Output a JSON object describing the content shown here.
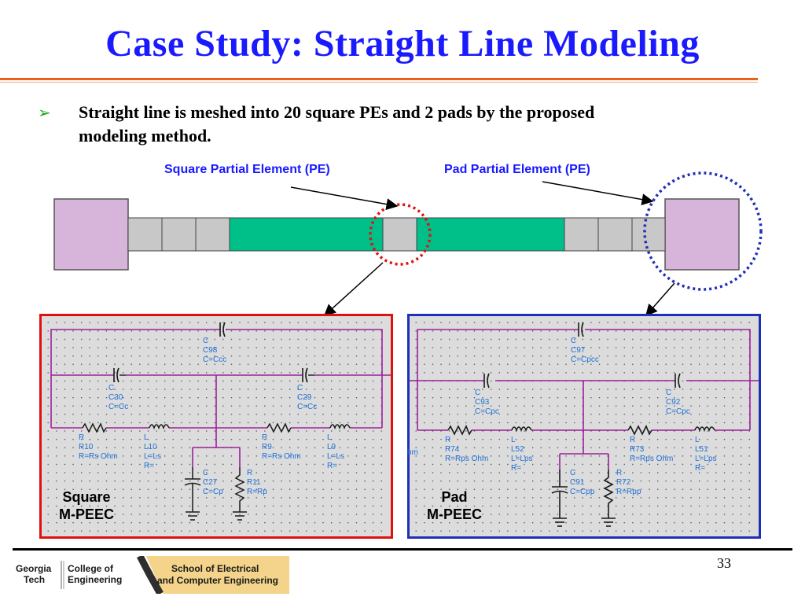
{
  "slide": {
    "title": "Case Study: Straight Line Modeling",
    "bullet": "Straight line is meshed into 20 square PEs and 2 pads by the proposed modeling method.",
    "page_number": "33"
  },
  "callouts": {
    "square_pe": "Square Partial Element (PE)",
    "pad_pe": "Pad Partial Element (PE)"
  },
  "left_panel": {
    "caption_line1": "Square",
    "caption_line2": "M-PEEC",
    "cap_top_name": "C98",
    "cap_top_value": "C=Ccc",
    "cap_left_name": "C30",
    "cap_left_value": "C=Cc",
    "cap_right_name": "C29",
    "cap_right_value": "C=Cc",
    "res_left_name": "R10",
    "res_left_value": "R=Rs Ohm",
    "ind_left_name": "L10",
    "ind_left_value": "L=Ls",
    "ind_left_r": "R=",
    "res_right_name": "R9",
    "res_right_value": "R=Rs Ohm",
    "ind_right_name": "L9",
    "ind_right_value": "L=Ls",
    "ind_right_r": "R=",
    "cap_shunt_name": "C27",
    "cap_shunt_value": "C=Cp",
    "res_shunt_name": "R11",
    "res_shunt_value": "R=Rp"
  },
  "right_panel": {
    "caption_line1": "Pad",
    "caption_line2": "M-PEEC",
    "cap_top_name": "C97",
    "cap_top_value": "C=Cpcc",
    "cap_left_name": "C93",
    "cap_left_value": "C=Cpc",
    "cap_right_name": "C92",
    "cap_right_value": "C=Cpc",
    "res_left_name": "R74",
    "res_left_value": "R=Rps Ohm",
    "ind_left_name": "L52",
    "ind_left_value": "L=Lps",
    "ind_left_r": "R=",
    "res_right_name": "R73",
    "res_right_value": "R=Rps Ohm",
    "ind_right_name": "L51",
    "ind_right_value": "L=Lps",
    "ind_right_r": "R=",
    "cap_shunt_name": "C91",
    "cap_shunt_value": "C=Cpp",
    "res_shunt_name": "R72",
    "res_shunt_value": "R=Rpp",
    "edge_fragment": "hm"
  },
  "component_letters": {
    "c": "C",
    "r": "R",
    "l": "L"
  },
  "footer": {
    "university_line1": "Georgia",
    "university_line2": "Tech",
    "college_line1": "College of",
    "college_line2": "Engineering",
    "school_line1": "School of Electrical",
    "school_line2": "and Computer Engineering"
  },
  "colors": {
    "title": "#1a1aff",
    "rule": "#e8641e",
    "pad_fill": "#d7b4d9",
    "square_fill": "#c8c8c8",
    "mesh_green": "#00c08a",
    "wire": "#9b1f9b",
    "left_border": "#e01010",
    "right_border": "#1f2fb8",
    "logo_gold": "#f4d38a"
  }
}
